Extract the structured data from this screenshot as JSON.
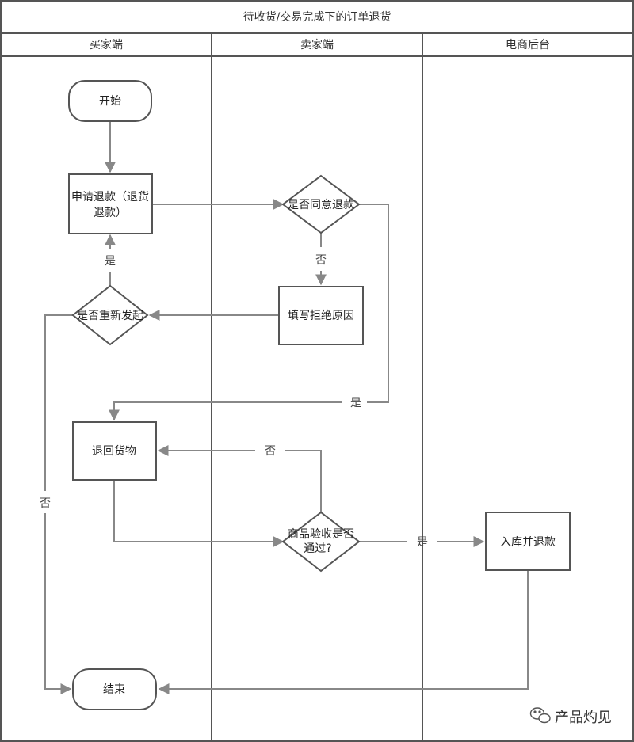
{
  "title": "待收货/交易完成下的订单退货",
  "lanes": {
    "buyer": "买家端",
    "seller": "卖家端",
    "platform": "电商后台"
  },
  "nodes": {
    "start": "开始",
    "apply_line1": "申请退款（退货",
    "apply_line2": "退款）",
    "agree_refund": "是否同意退款",
    "fill_reason": "填写拒绝原因",
    "reapply": "是否重新发起",
    "return_goods": "退回货物",
    "inspect_line1": "商品验收是否",
    "inspect_line2": "通过?",
    "stock_refund": "入库并退款",
    "end": "结束"
  },
  "edge_labels": {
    "no_agree": "否",
    "yes_reapply": "是",
    "yes_agree": "是",
    "no_inspect": "否",
    "no_reapply": "否",
    "yes_inspect": "是"
  },
  "watermark": "产品灼见",
  "colors": {
    "border": "#555555",
    "line": "#888888",
    "background": "#ffffff"
  }
}
